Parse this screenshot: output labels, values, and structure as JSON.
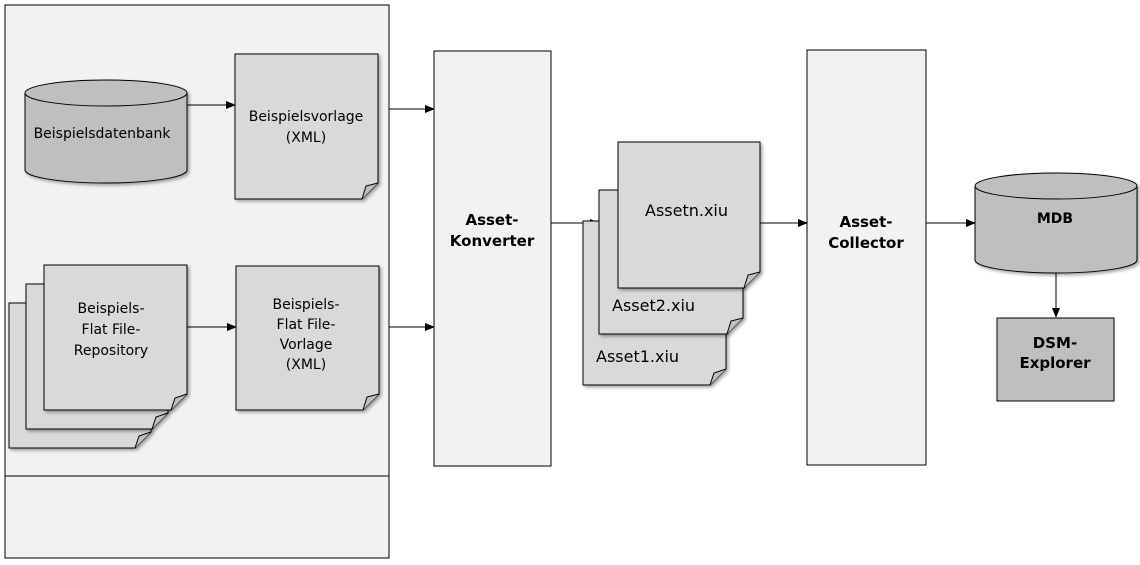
{
  "source": {
    "database": "Beispielsdatenbank",
    "template_line1": "Beispielsvorlage",
    "template_line2": "(XML)",
    "flatfile_repo": [
      "Beispiels-",
      "Flat File-",
      "Repository"
    ],
    "flatfile_template": [
      "Beispiels-",
      "Flat File-",
      "Vorlage",
      "(XML)"
    ]
  },
  "converter": [
    "Asset-",
    "Konverter"
  ],
  "assets": {
    "front": "Assetn.xiu",
    "middle": "Asset2.xiu",
    "back": "Asset1.xiu"
  },
  "collector": [
    "Asset-",
    "Collector"
  ],
  "mdb": "MDB",
  "explorer": [
    "DSM-",
    "Explorer"
  ],
  "colors": {
    "panel": "#f2f2f2",
    "process_box": "#f2f2f2",
    "shape_fill": "#d9d9d9",
    "cylinder_fill": "#bfbfbf",
    "explorer_fill": "#bfbfbf",
    "stroke": "#000000"
  }
}
